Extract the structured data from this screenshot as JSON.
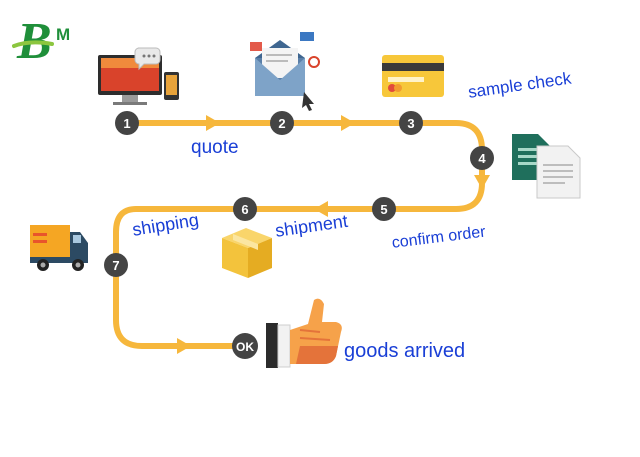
{
  "logo": {
    "letter": "B",
    "small": "M"
  },
  "steps": [
    {
      "num": "1",
      "label": ""
    },
    {
      "num": "2",
      "label": "quote"
    },
    {
      "num": "3",
      "label": "sample check"
    },
    {
      "num": "4",
      "label": ""
    },
    {
      "num": "5",
      "label": "confirm order"
    },
    {
      "num": "6",
      "label": "shipment"
    },
    {
      "num": "7",
      "label": "shipping"
    },
    {
      "num": "OK",
      "label": "goods arrived"
    }
  ],
  "icons": [
    "computer-phone-icon",
    "email-icon",
    "credit-card-icon",
    "document-icon",
    "delivery-truck-icon",
    "cardboard-box-icon",
    "thumbs-up-icon"
  ],
  "colors": {
    "path": "#f6b73c",
    "node": "#444444",
    "label": "#1a3fd6",
    "logo_green": "#1f8f3a",
    "logo_lime": "#8cc63f"
  }
}
